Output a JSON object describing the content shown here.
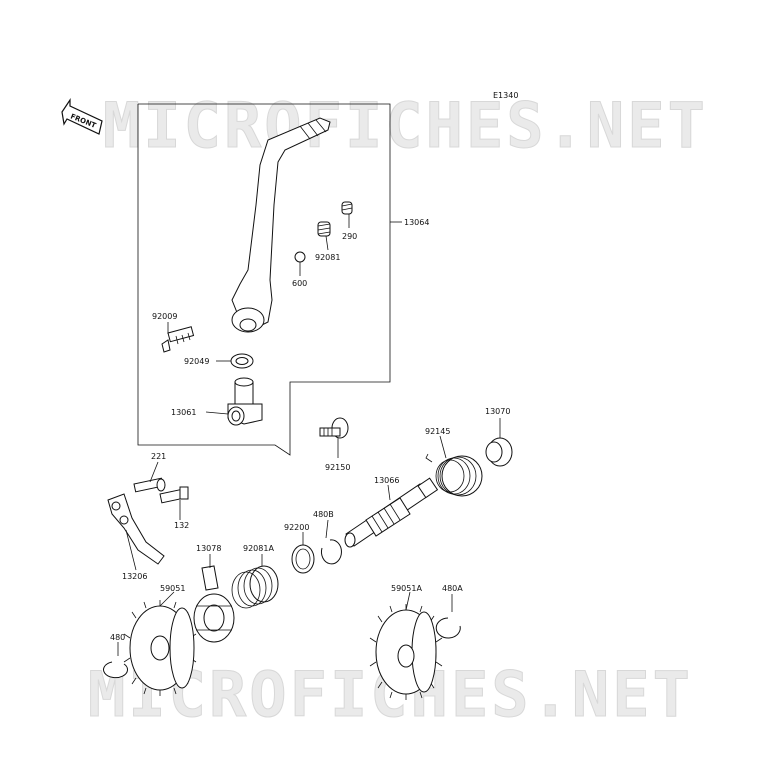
{
  "diagram_code": "E1340",
  "watermark": "MICROFICHES.NET",
  "front_label": "FRONT",
  "parts": {
    "p13064": "13064",
    "p290": "290",
    "p92081": "92081",
    "p600": "600",
    "p92009": "92009",
    "p92049": "92049",
    "p13061": "13061",
    "p92150": "92150",
    "p92145": "92145",
    "p13070": "13070",
    "p13066": "13066",
    "p480B": "480B",
    "p92200": "92200",
    "p92081A": "92081A",
    "p13078": "13078",
    "p221": "221",
    "p132": "132",
    "p13206": "13206",
    "p59051": "59051",
    "p480": "480",
    "p59051A": "59051A",
    "p480A": "480A"
  }
}
